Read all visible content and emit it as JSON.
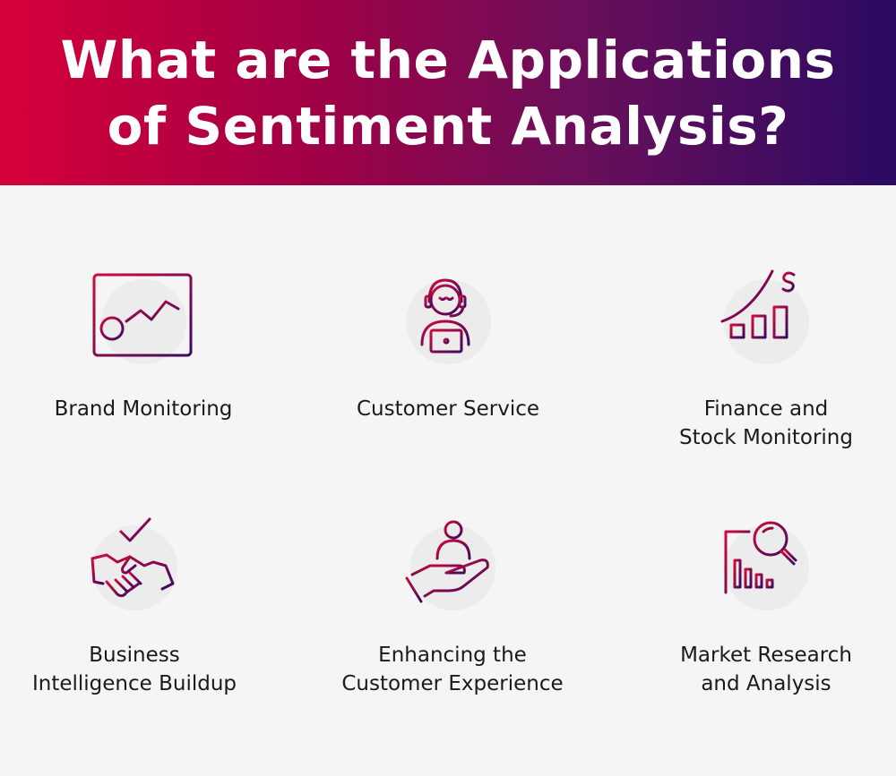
{
  "header": {
    "title": "What are the Applications\nof Sentiment Analysis?"
  },
  "colors": {
    "gradient_start": "#d6003a",
    "gradient_end": "#2a0a62",
    "icon_stroke_start": "#d10a3c",
    "icon_stroke_end": "#3a0a5e"
  },
  "items": [
    {
      "label": "Brand Monitoring",
      "icon": "dashboard-chart-icon"
    },
    {
      "label": "Customer Service",
      "icon": "support-agent-icon"
    },
    {
      "label": "Finance and\nStock Monitoring",
      "icon": "stock-growth-icon"
    },
    {
      "label": "Business\nIntelligence Buildup",
      "icon": "handshake-icon"
    },
    {
      "label": "Enhancing the\nCustomer Experience",
      "icon": "hand-care-icon"
    },
    {
      "label": "Market Research\nand Analysis",
      "icon": "magnifier-chart-icon"
    }
  ]
}
